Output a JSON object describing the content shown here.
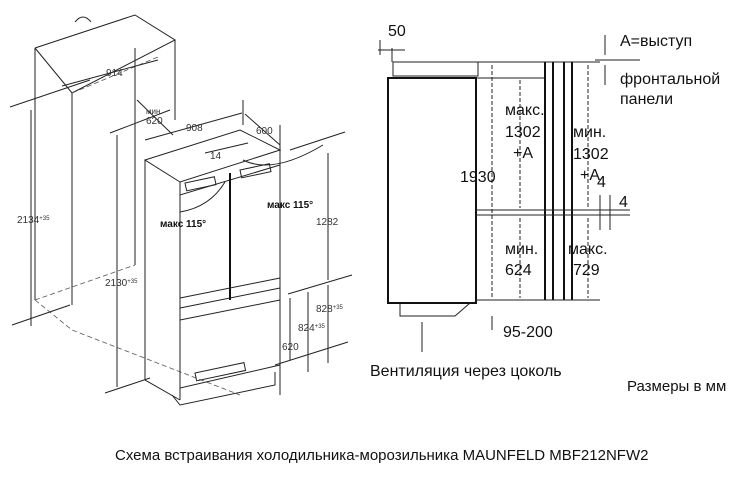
{
  "left_drawing": {
    "niche_width": "914",
    "min_label": "мин.",
    "min_depth": "620",
    "fridge_width": "908",
    "fridge_depth": "600",
    "gap": "14",
    "door_angle_left": "макс 115°",
    "door_angle_right": "макс 115°",
    "upper_height": "1282",
    "niche_height": "2134",
    "niche_height_tol": "+35",
    "fridge_height": "2130",
    "fridge_height_tol": "+35",
    "lower_niche": "828",
    "lower_niche_tol": "+35",
    "lower_fridge": "824",
    "lower_fridge_tol": "+35",
    "freezer_height": "620"
  },
  "right_drawing": {
    "top_offset": "50",
    "a_note_line1": "A=выступ",
    "a_note_line2": "фронтальной",
    "a_note_line3": "панели",
    "max_label_1": "макс.",
    "max_value_1": "1302",
    "max_plus_1": "+A",
    "min_label_1": "мин.",
    "min_value_1": "1302",
    "min_plus_1": "+A",
    "total_height": "1930",
    "gap_1": "4",
    "gap_2": "4",
    "min_label_2": "мин.",
    "min_value_2": "624",
    "max_label_2": "макс.",
    "max_value_2": "729",
    "plinth": "95-200",
    "ventilation": "Вентиляция через цоколь"
  },
  "units_note": "Размеры в мм",
  "caption": "Схема встраивания холодильника-морозильника MAUNFELD MBF212NFW2"
}
